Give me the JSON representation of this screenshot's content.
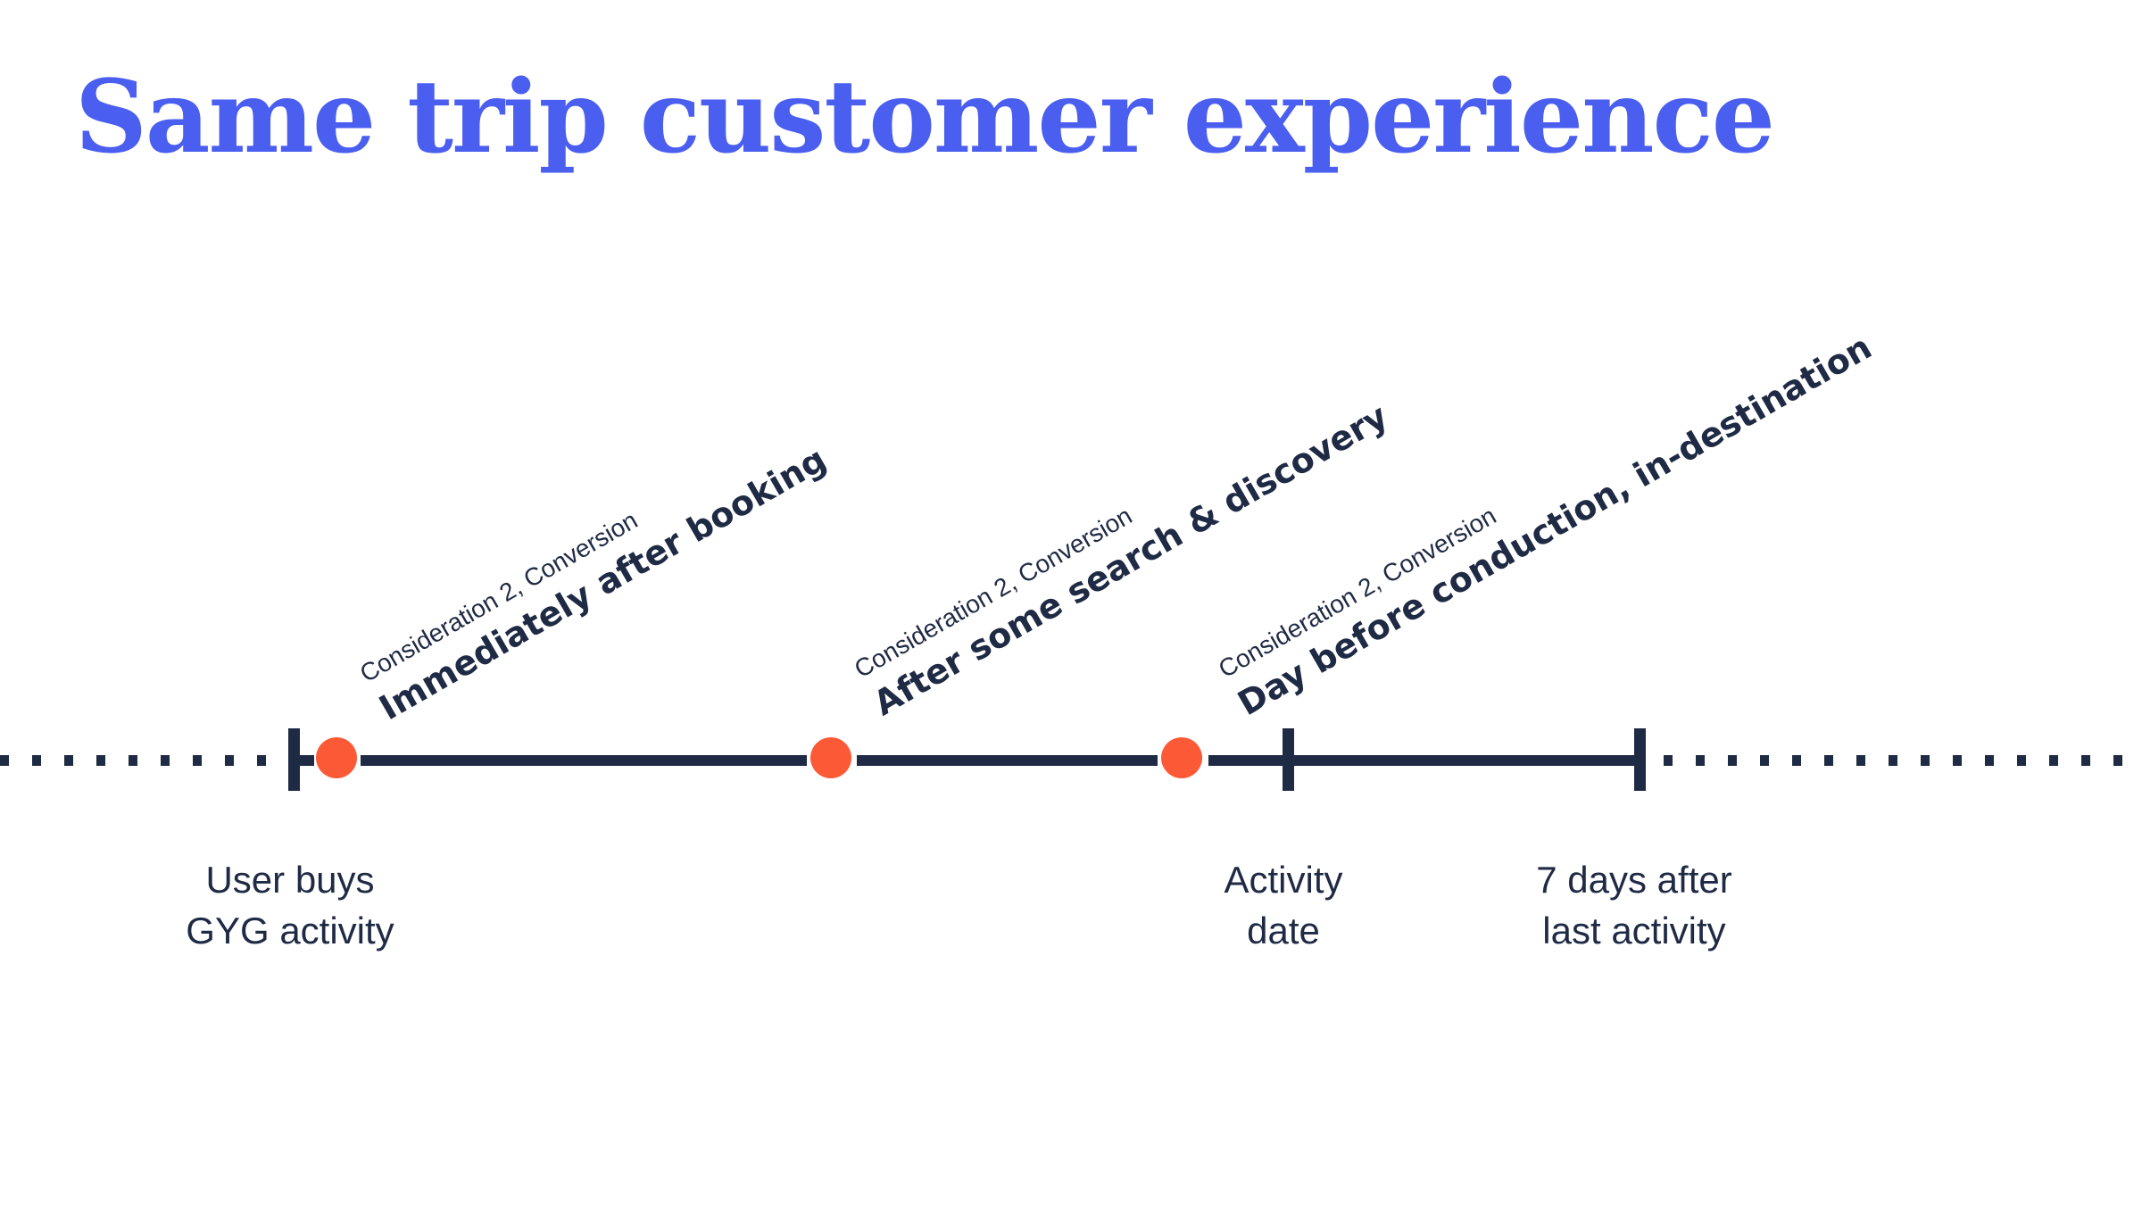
{
  "title": "Same trip customer experience",
  "colors": {
    "title": "#4a5ef0",
    "line": "#1f2a44",
    "dot": "#fc5a36"
  },
  "labels_under": {
    "user_buys_l1": "User buys",
    "user_buys_l2": "GYG activity",
    "activity_l1": "Activity",
    "activity_l2": "date",
    "seven_days_l1": "7 days after",
    "seven_days_l2": "last activity"
  },
  "touchpoints": [
    {
      "sub": "Consideration 2, Conversion",
      "main": "Immediately after booking"
    },
    {
      "sub": "Consideration 2, Conversion",
      "main": "After some search & discovery"
    },
    {
      "sub": "Consideration 2, Conversion",
      "main": "Day before conduction, in-destination"
    }
  ]
}
